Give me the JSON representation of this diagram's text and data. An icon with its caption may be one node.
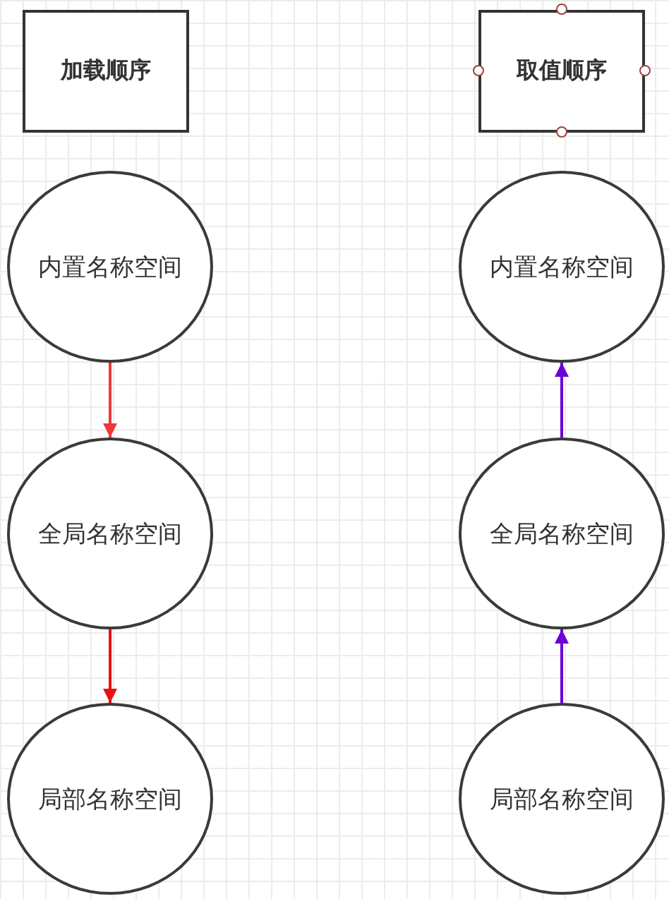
{
  "diagram": {
    "nodes": [
      {
        "text": [
          "加载顺序"
        ]
      },
      {
        "text": [
          "取值顺序"
        ]
      },
      {
        "text": [
          "内置名称空间"
        ]
      },
      {
        "text": [
          "内置名称空间"
        ]
      },
      {
        "text": [
          "全局名称空间"
        ]
      },
      {
        "text": [
          "全局名称空间"
        ]
      },
      {
        "text": [
          "局部名称空间"
        ]
      },
      {
        "text": [
          "局部名称空间"
        ]
      }
    ],
    "edges": [
      {
        "from": 2,
        "to": 4,
        "arrow": "to",
        "color": "#f03838"
      },
      {
        "from": 4,
        "to": 6,
        "arrow": "to",
        "color": "#e81010"
      },
      {
        "from": 5,
        "to": 3,
        "arrow": "to",
        "color": "#6a00d8"
      },
      {
        "from": 7,
        "to": 5,
        "arrow": "to",
        "color": "#6a00d8"
      }
    ]
  }
}
